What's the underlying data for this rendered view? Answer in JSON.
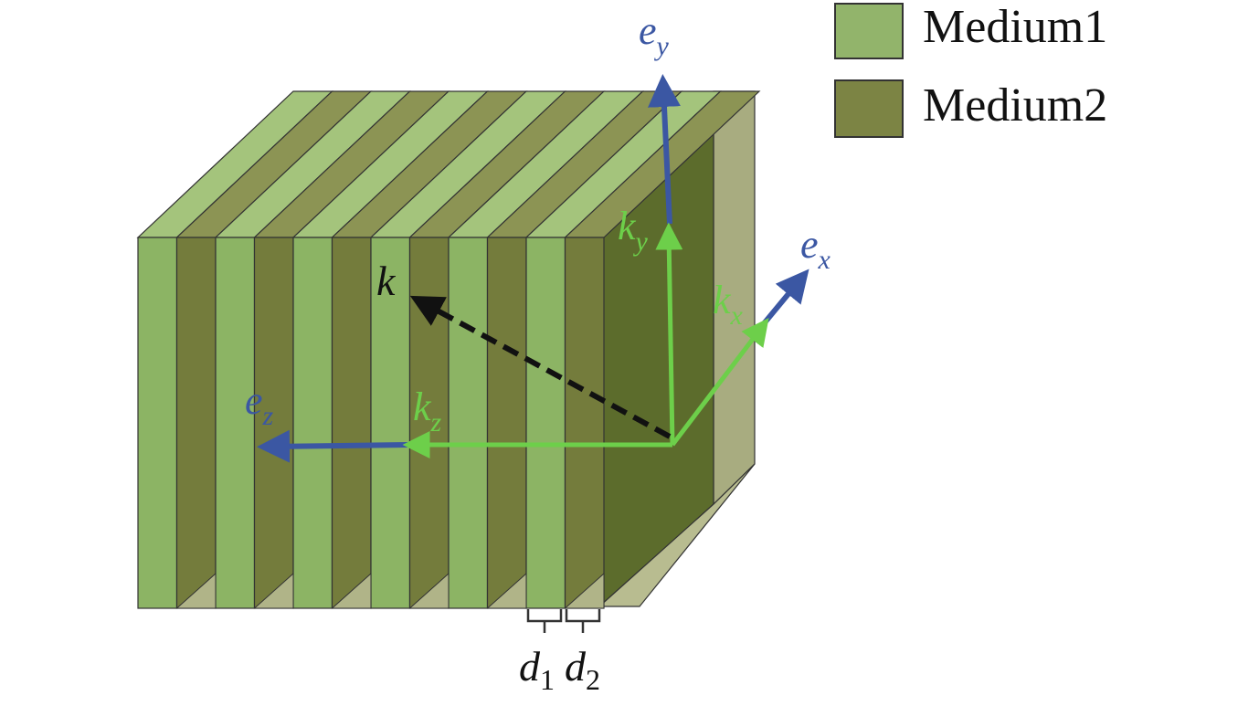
{
  "legend": {
    "items": [
      {
        "label": "Medium1",
        "color": "#92b46b"
      },
      {
        "label": "Medium2",
        "color": "#7c8444"
      }
    ]
  },
  "colors": {
    "medium1_front": "#8cb464",
    "medium2_front": "#747c3c",
    "medium1_top": "#a4c47c",
    "medium2_top": "#8c9454",
    "side": "#a8ac80",
    "back_panel": "#5c6c2c",
    "basis_vector": "#3b57a3",
    "k_component": "#6dcf4a",
    "k_vector": "#111111"
  },
  "vectors": {
    "basis": {
      "e_y": "e",
      "e_y_sub": "y",
      "e_x": "e",
      "e_x_sub": "x",
      "e_z": "e",
      "e_z_sub": "z"
    },
    "components": {
      "k_y": "k",
      "k_y_sub": "y",
      "k_x": "k",
      "k_x_sub": "x",
      "k_z": "k",
      "k_z_sub": "z"
    },
    "wavevector": "k"
  },
  "thickness_labels": {
    "d1": "d",
    "d1_sub": "1",
    "d2": "d",
    "d2_sub": "2"
  }
}
